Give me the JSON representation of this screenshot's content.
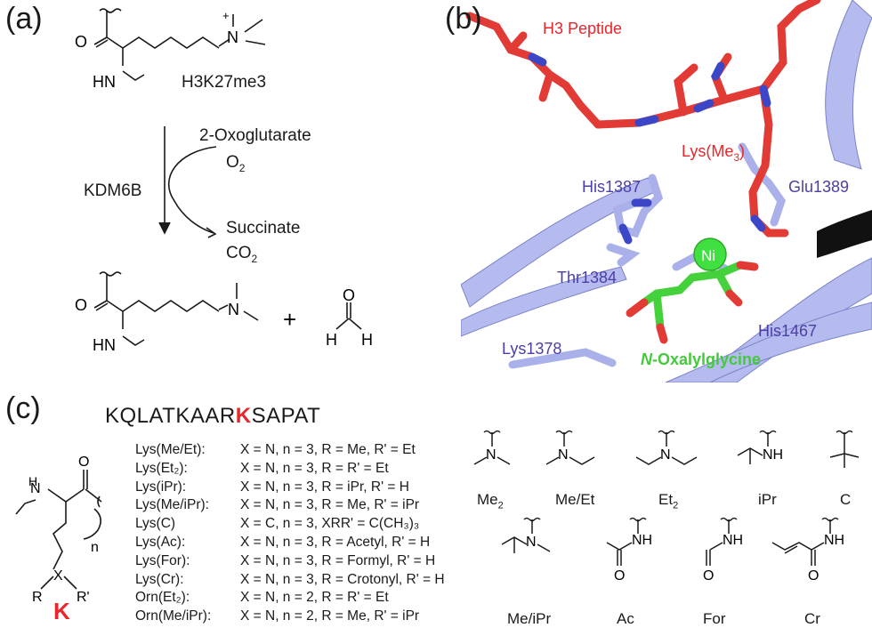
{
  "panels": {
    "a": "(a)",
    "b": "(b)",
    "c": "(c)"
  },
  "panel_a": {
    "substrate_name": "H3K27me3",
    "enzyme": "KDM6B",
    "cosubstrate_1": "2-Oxoglutarate",
    "cosubstrate_2": "O",
    "cosubstrate_2_sub": "2",
    "product_1": "Succinate",
    "product_2": "CO",
    "product_2_sub": "2",
    "plus": "+",
    "atoms": {
      "O": "O",
      "HN": "HN",
      "N": "N",
      "Nplus": "N",
      "charge": "+",
      "H": "H"
    }
  },
  "panel_b": {
    "labels": {
      "peptide": "H3 Peptide",
      "lys_me3": "Lys(Me",
      "lys_me3_sub": "3",
      "lys_me3_end": ")",
      "his1387": "His1387",
      "glu1389": "Glu1389",
      "thr1384": "Thr1384",
      "ni": "Ni",
      "his1467": "His1467",
      "lys1378": "Lys1378",
      "nog_italic": "N",
      "nog_rest": "-Oxalylglycine"
    },
    "colors": {
      "peptide": "#e8262b",
      "protein": "#9aa3e0",
      "protein_label": "#4b3fa6",
      "ligand": "#33cc33",
      "nitrogen": "#3b47c6",
      "nickel": "#3fe03f"
    }
  },
  "panel_c": {
    "sequence_before": "KQLATKAAR",
    "sequence_highlight": "K",
    "sequence_after": "SAPAT",
    "generic_label": "K",
    "generic_atoms": {
      "HN": "H",
      "N": "N",
      "O": "O",
      "n": "n",
      "R": "R",
      "X": "X",
      "Rp": "R'"
    },
    "table": [
      {
        "name": "Lys(Me/Et):",
        "def": "X = N, n = 3, R = Me, R' = Et"
      },
      {
        "name": "Lys(Et₂):",
        "def": "X = N, n = 3, R = R' = Et"
      },
      {
        "name": "Lys(iPr):",
        "def": "X = N, n = 3, R = iPr, R' = H"
      },
      {
        "name": "Lys(Me/iPr):",
        "def": "X = N, n = 3, R = Me, R' = iPr"
      },
      {
        "name": "Lys(C)",
        "def": "X = C, n = 3, XRR' = C(CH₃)₃"
      },
      {
        "name": "Lys(Ac):",
        "def": "X = N, n = 3, R = Acetyl, R' = H"
      },
      {
        "name": "Lys(For):",
        "def": "X = N, n = 3, R = Formyl, R' = H"
      },
      {
        "name": "Lys(Cr):",
        "def": "X = N, n = 3, R = Crotonyl, R' = H"
      },
      {
        "name": "Orn(Et₂):",
        "def": "X = N, n = 2, R = R' = Et"
      },
      {
        "name": "Orn(Me/iPr):",
        "def": "X = N, n = 2, R = Me, R' = iPr"
      }
    ],
    "structures_row1": [
      {
        "label": "Me",
        "sub": "2"
      },
      {
        "label": "Me/Et",
        "sub": ""
      },
      {
        "label": "Et",
        "sub": "2"
      },
      {
        "label": "iPr",
        "sub": ""
      },
      {
        "label": "C",
        "sub": ""
      }
    ],
    "structures_row2": [
      {
        "label": "Me/iPr",
        "sub": ""
      },
      {
        "label": "Ac",
        "sub": ""
      },
      {
        "label": "For",
        "sub": ""
      },
      {
        "label": "Cr",
        "sub": ""
      }
    ],
    "struct_atoms": {
      "N": "N",
      "NH": "NH",
      "O": "O"
    }
  }
}
